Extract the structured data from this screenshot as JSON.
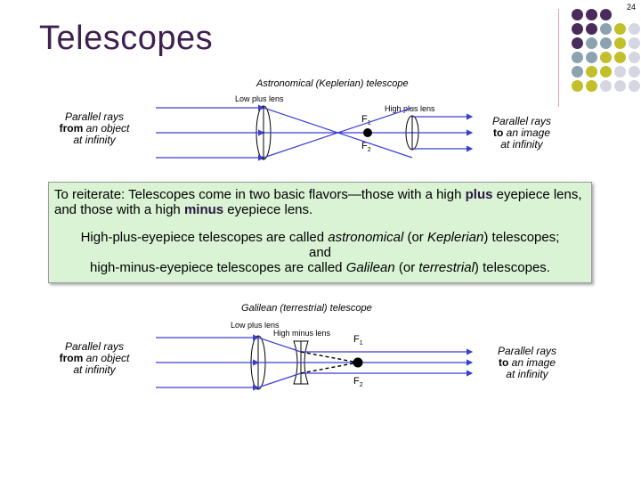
{
  "page_number": "24",
  "title": "Telescopes",
  "keplerian": {
    "title": "Astronomical (Keplerian) telescope",
    "objective_label": "Low plus lens",
    "eyepiece_label": "High plus lens",
    "f1_label": "F",
    "f1_sub": "1",
    "f2_label": "F",
    "f2_sub": "2",
    "left_line1": "Parallel rays",
    "left_bold": "from",
    "left_line2_rest": " an object",
    "left_line3": "at infinity",
    "right_line1": "Parallel rays",
    "right_bold": "to",
    "right_line2_rest": " an image",
    "right_line3": "at infinity"
  },
  "reiterate": {
    "p1_start": "To reiterate: Telescopes come in two basic flavors—those with a high ",
    "p1_plus": "plus",
    "p1_mid": " eyepiece lens, and those with a high ",
    "p1_minus": "minus",
    "p1_end": " eyepiece lens.",
    "p2_a": "High-plus-eyepiece telescopes are called ",
    "p2_astronomical": "astronomical",
    "p2_b": " (or ",
    "p2_keplerian": "Keplerian",
    "p2_c": ") telescopes;",
    "p2_and": "and",
    "p2_d": "high-minus-eyepiece telescopes are called ",
    "p2_galilean": "Galilean",
    "p2_e": " (or ",
    "p2_terrestrial": "terrestrial",
    "p2_f": ") telescopes."
  },
  "galilean": {
    "title": "Galilean (terrestrial) telescope",
    "objective_label": "Low plus lens",
    "eyepiece_label": "High minus lens",
    "f1_label": "F",
    "f1_sub": "1",
    "f2_label": "F",
    "f2_sub": "2",
    "left_line1": "Parallel rays",
    "left_bold": "from",
    "left_line2_rest": " an object",
    "left_line3": "at infinity",
    "right_line1": "Parallel rays",
    "right_bold": "to",
    "right_line2_rest": " an image",
    "right_line3": "at infinity"
  },
  "colors": {
    "title": "#3f1f4f",
    "ray": "#3a3fd0",
    "box_bg": "#d9f3d4",
    "dot_purple": "#4b2a5c",
    "dot_gray": "#8aa3ad",
    "dot_yellow": "#c2bf2a",
    "dot_light": "#d6d6e3"
  }
}
